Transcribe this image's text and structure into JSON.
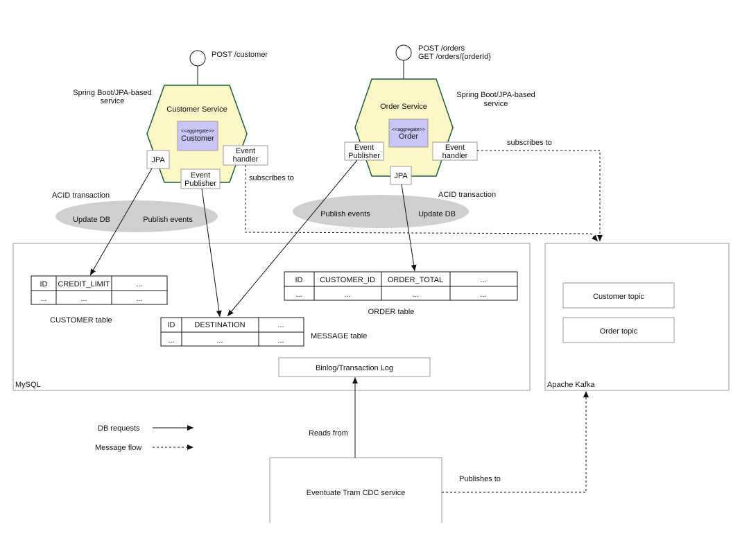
{
  "customer_service": {
    "endpoint": "POST /customer",
    "kind_line1": "Spring Boot/JPA-based",
    "kind_line2": "service",
    "title": "Customer Service",
    "aggregate_stereotype": "<<aggregate>>",
    "aggregate_name": "Customer",
    "jpa": "JPA",
    "event_handler_line1": "Event",
    "event_handler_line2": "handler",
    "event_publisher_line1": "Event",
    "event_publisher_line2": "Publisher",
    "subscribes_to": "subscribes to",
    "acid": "ACID transaction",
    "update_db": "Update DB",
    "publish_events": "Publish events"
  },
  "order_service": {
    "endpoint_line1": "POST /orders",
    "endpoint_line2": "GET /orders/{orderId}",
    "kind_line1": "Spring Boot/JPA-based",
    "kind_line2": "service",
    "title": "Order Service",
    "aggregate_stereotype": "<<aggregate>>",
    "aggregate_name": "Order",
    "jpa": "JPA",
    "event_handler_line1": "Event",
    "event_handler_line2": "handler",
    "event_publisher_line1": "Event",
    "event_publisher_line2": "Publisher",
    "subscribes_to": "subscribes to",
    "acid": "ACID transaction",
    "publish_events": "Publish events",
    "update_db": "Update DB"
  },
  "mysql": {
    "label": "MySQL",
    "customer_table": {
      "caption": "CUSTOMER table",
      "headers": [
        "ID",
        "CREDIT_LIMIT",
        "..."
      ],
      "row": [
        "...",
        "...",
        "..."
      ]
    },
    "order_table": {
      "caption": "ORDER table",
      "headers": [
        "ID",
        "CUSTOMER_ID",
        "ORDER_TOTAL",
        "..."
      ],
      "row": [
        "...",
        "...",
        "...",
        "..."
      ]
    },
    "message_table": {
      "caption": "MESSAGE table",
      "headers": [
        "ID",
        "DESTINATION",
        "..."
      ],
      "row": [
        "...",
        "...",
        "..."
      ]
    },
    "binlog": "Binlog/Transaction Log"
  },
  "kafka": {
    "label": "Apache Kafka",
    "customer_topic": "Customer topic",
    "order_topic": "Order topic"
  },
  "legend": {
    "db_requests": "DB requests",
    "message_flow": "Message flow"
  },
  "cdc": {
    "title": "Eventuate Tram CDC service",
    "reads_from": "Reads from",
    "publishes_to": "Publishes to"
  },
  "colors": {
    "hexagon_fill": "#fdf7c7",
    "hexagon_stroke": "#1f5c3a",
    "aggregate_fill": "#c9c5f7",
    "ellipse_fill": "#cfcfcf",
    "box_stroke": "#9a9a9a"
  }
}
